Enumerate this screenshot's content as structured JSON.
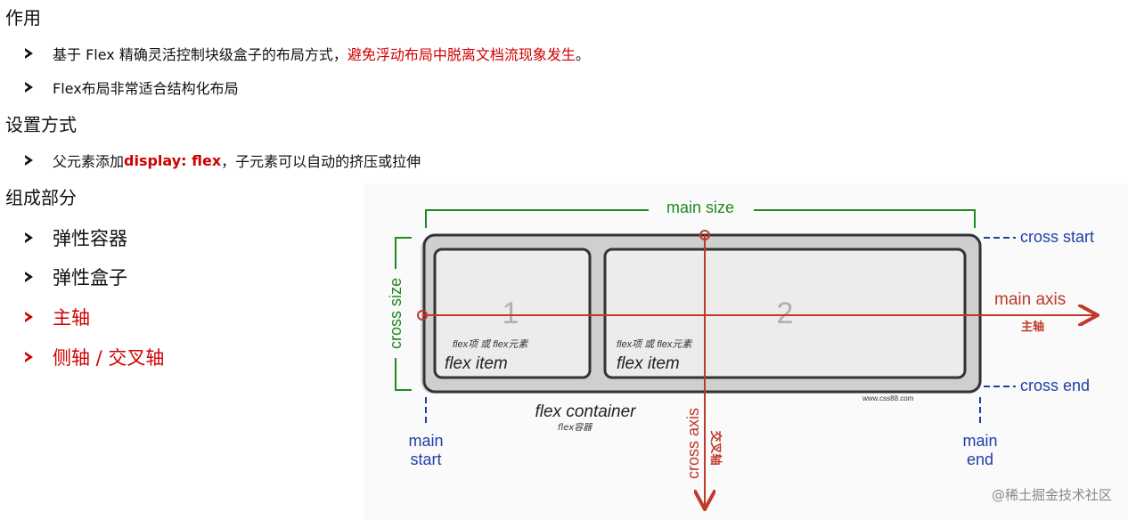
{
  "sections": {
    "role_title": "作用",
    "role_items": [
      {
        "normal": "基于 Flex 精确灵活控制块级盒子的布局方式，",
        "highlight": "避免浮动布局中脱离文档流现象发生",
        "end": "。"
      },
      {
        "text": "Flex布局非常适合结构化布局"
      }
    ],
    "setup_title": "设置方式",
    "setup_item": {
      "pre": "父元素添加 ",
      "code": "display: flex",
      "post": "，子元素可以自动的挤压或拉伸"
    },
    "parts_title": "组成部分",
    "parts_items": [
      "弹性容器",
      "弹性盒子",
      "主轴",
      "侧轴 / 交叉轴"
    ]
  },
  "diagram": {
    "main_size": "main size",
    "cross_size": "cross size",
    "cross_start": "cross start",
    "cross_end": "cross end",
    "main_axis": "main axis",
    "main_axis_cn": "主轴",
    "cross_axis": "cross axis",
    "cross_axis_cn": "交叉轴",
    "main_start": [
      "main",
      "start"
    ],
    "main_end": [
      "main",
      "end"
    ],
    "item1_number": "1",
    "item2_number": "2",
    "item_caption_cn": "flex项 或 flex元素",
    "item_caption": "flex item",
    "container_label": "flex container",
    "container_label_cn": "flex容器",
    "site": "www.css88.com",
    "colors": {
      "green": "#1f8a1f",
      "red": "#c0392b",
      "blue": "#1f3fa8"
    }
  },
  "watermark": "@稀土掘金技术社区"
}
